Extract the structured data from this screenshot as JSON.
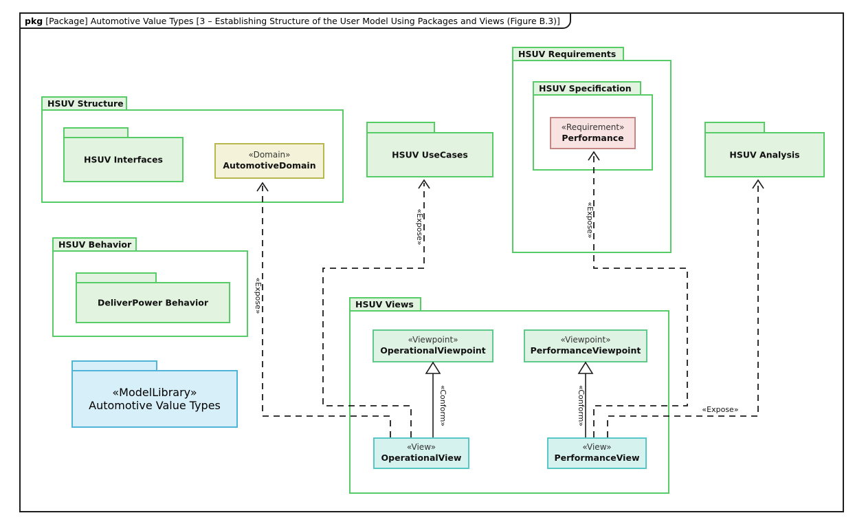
{
  "frame": {
    "keyword": "pkg",
    "title": "[Package] Automotive Value Types [3 – Establishing Structure of the User Model Using Packages and Views (Figure B.3)]"
  },
  "colors": {
    "package_border": "#55cc66",
    "package_fill": "#e2f3e0",
    "domain_fill": "#f4f3da",
    "domain_border": "#b6b84e",
    "requirement_fill": "#f9e2e2",
    "requirement_border": "#c58585",
    "view_fill": "#d6f2ef",
    "view_border": "#56c6c6",
    "modellibrary_fill": "#d7eff9",
    "modellibrary_border": "#4fb4d8",
    "connector": "#1a1a1a"
  },
  "packages": {
    "hsuv_structure": {
      "name": "HSUV Structure"
    },
    "hsuv_interfaces": {
      "name": "HSUV Interfaces"
    },
    "hsuv_behavior": {
      "name": "HSUV Behavior"
    },
    "deliverpower_behavior": {
      "name": "DeliverPower Behavior"
    },
    "hsuv_usecases": {
      "name": "HSUV UseCases"
    },
    "hsuv_requirements": {
      "name": "HSUV Requirements"
    },
    "hsuv_specification": {
      "name": "HSUV Specification"
    },
    "hsuv_analysis": {
      "name": "HSUV Analysis"
    },
    "hsuv_views": {
      "name": "HSUV Views"
    }
  },
  "elements": {
    "automotive_domain": {
      "stereotype": "«Domain»",
      "name": "AutomotiveDomain"
    },
    "performance": {
      "stereotype": "«Requirement»",
      "name": "Performance"
    },
    "automotive_value_types": {
      "stereotype": "«ModelLibrary»",
      "name": "Automotive Value Types"
    },
    "operational_viewpoint": {
      "stereotype": "«Viewpoint»",
      "name": "OperationalViewpoint"
    },
    "performance_viewpoint": {
      "stereotype": "«Viewpoint»",
      "name": "PerformanceViewpoint"
    },
    "operational_view": {
      "stereotype": "«View»",
      "name": "OperationalView"
    },
    "performance_view": {
      "stereotype": "«View»",
      "name": "PerformanceView"
    }
  },
  "connectors": {
    "expose_domain": {
      "label": "«Expose»",
      "kind": "dependency",
      "from": "OperationalView",
      "to": "AutomotiveDomain"
    },
    "expose_usecases": {
      "label": "«Expose»",
      "kind": "dependency",
      "from": "OperationalView",
      "to": "HSUV UseCases"
    },
    "expose_performance": {
      "label": "«Expose»",
      "kind": "dependency",
      "from": "PerformanceView",
      "to": "Performance"
    },
    "expose_analysis": {
      "label": "«Expose»",
      "kind": "dependency",
      "from": "PerformanceView",
      "to": "HSUV Analysis"
    },
    "conform_operational": {
      "label": "«Conform»",
      "kind": "generalization",
      "from": "OperationalView",
      "to": "OperationalViewpoint"
    },
    "conform_performance": {
      "label": "«Conform»",
      "kind": "generalization",
      "from": "PerformanceView",
      "to": "PerformanceViewpoint"
    }
  }
}
